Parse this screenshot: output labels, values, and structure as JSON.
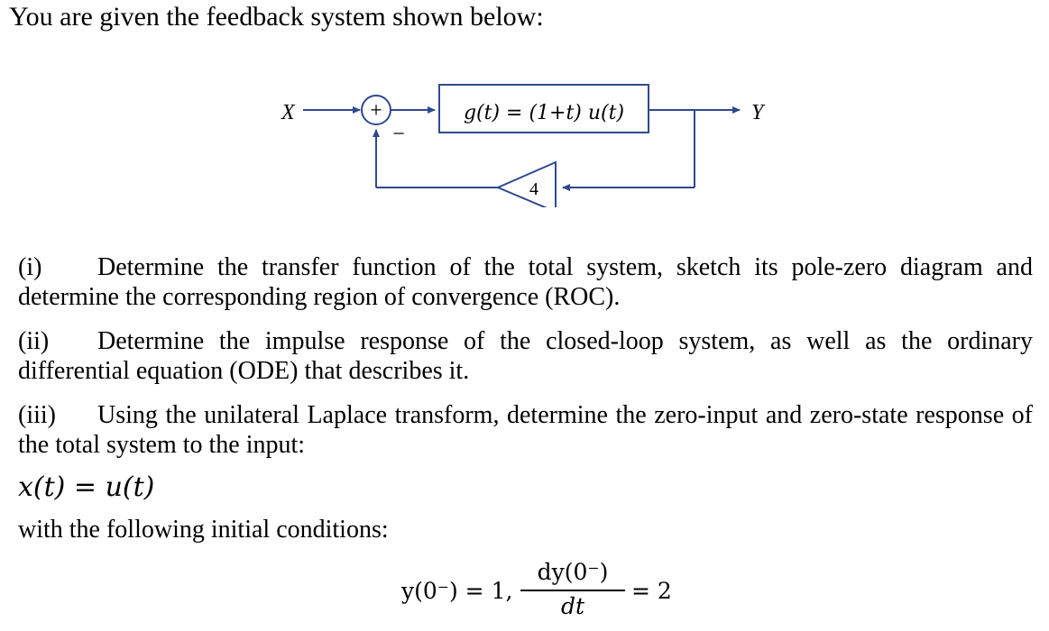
{
  "intro": "You are given the feedback system shown below:",
  "diagram": {
    "input_label": "X",
    "output_label": "Y",
    "sum_sign": "+",
    "feedback_sign": "−",
    "block_label": "g(t) = (1+t) u(t)",
    "gain_label": "4",
    "line_color": "#2E4A8F",
    "box_border_color": "#2E4A8F"
  },
  "questions": [
    {
      "number": "(i)",
      "text": "Determine the transfer function of the total system, sketch its pole-zero diagram and determine the corresponding region of convergence (ROC)."
    },
    {
      "number": "(ii)",
      "text": "Determine the impulse response of the closed-loop system, as well as the ordinary differential equation (ODE) that describes it."
    },
    {
      "number": "(iii)",
      "text": "Using the unilateral Laplace transform, determine the zero-input and zero-state response of the total system to the input:"
    }
  ],
  "input_equation": "x(t) = u(t)",
  "conditions_label": "with the following initial conditions:",
  "conditions": {
    "lhs": "y(0⁻) = 1,",
    "numerator": "dy(0⁻)",
    "denominator": "dt",
    "rhs": "= 2"
  }
}
